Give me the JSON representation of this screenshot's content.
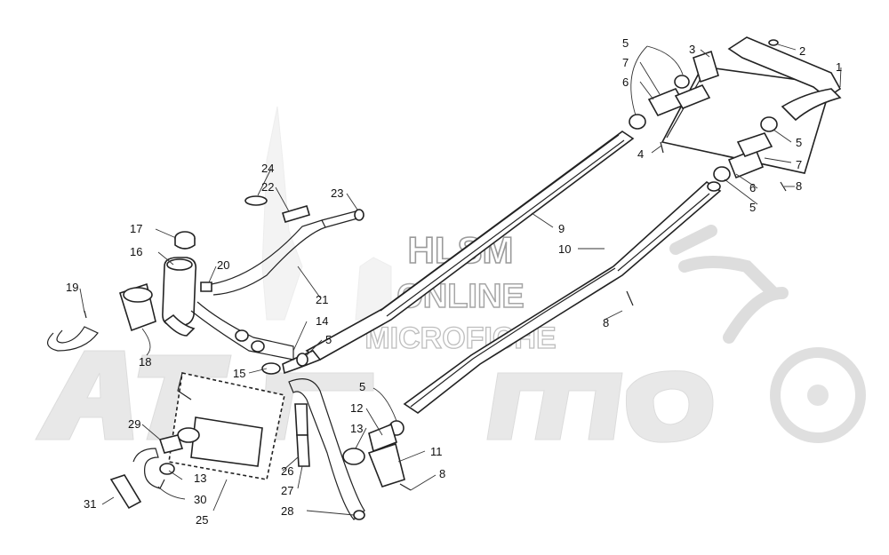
{
  "watermark": {
    "line1": "HLSM",
    "line2": "ONLINE",
    "line3": "MICROFICHE"
  },
  "callouts": [
    {
      "id": "1",
      "label": "1"
    },
    {
      "id": "2",
      "label": "2"
    },
    {
      "id": "3",
      "label": "3"
    },
    {
      "id": "4",
      "label": "4"
    },
    {
      "id": "5a",
      "label": "5"
    },
    {
      "id": "5b",
      "label": "5"
    },
    {
      "id": "5c",
      "label": "5"
    },
    {
      "id": "5d",
      "label": "5"
    },
    {
      "id": "5e",
      "label": "5"
    },
    {
      "id": "6a",
      "label": "6"
    },
    {
      "id": "6b",
      "label": "6"
    },
    {
      "id": "7a",
      "label": "7"
    },
    {
      "id": "7b",
      "label": "7"
    },
    {
      "id": "8a",
      "label": "8"
    },
    {
      "id": "8b",
      "label": "8"
    },
    {
      "id": "8c",
      "label": "8"
    },
    {
      "id": "9",
      "label": "9"
    },
    {
      "id": "10",
      "label": "10"
    },
    {
      "id": "11",
      "label": "11"
    },
    {
      "id": "12",
      "label": "12"
    },
    {
      "id": "13a",
      "label": "13"
    },
    {
      "id": "13b",
      "label": "13"
    },
    {
      "id": "14",
      "label": "14"
    },
    {
      "id": "15",
      "label": "15"
    },
    {
      "id": "16",
      "label": "16"
    },
    {
      "id": "17",
      "label": "17"
    },
    {
      "id": "18",
      "label": "18"
    },
    {
      "id": "19",
      "label": "19"
    },
    {
      "id": "20",
      "label": "20"
    },
    {
      "id": "21",
      "label": "21"
    },
    {
      "id": "22",
      "label": "22"
    },
    {
      "id": "23",
      "label": "23"
    },
    {
      "id": "24",
      "label": "24"
    },
    {
      "id": "25",
      "label": "25"
    },
    {
      "id": "26",
      "label": "26"
    },
    {
      "id": "27",
      "label": "27"
    },
    {
      "id": "28",
      "label": "28"
    },
    {
      "id": "29",
      "label": "29"
    },
    {
      "id": "30",
      "label": "30"
    },
    {
      "id": "31",
      "label": "31"
    }
  ]
}
